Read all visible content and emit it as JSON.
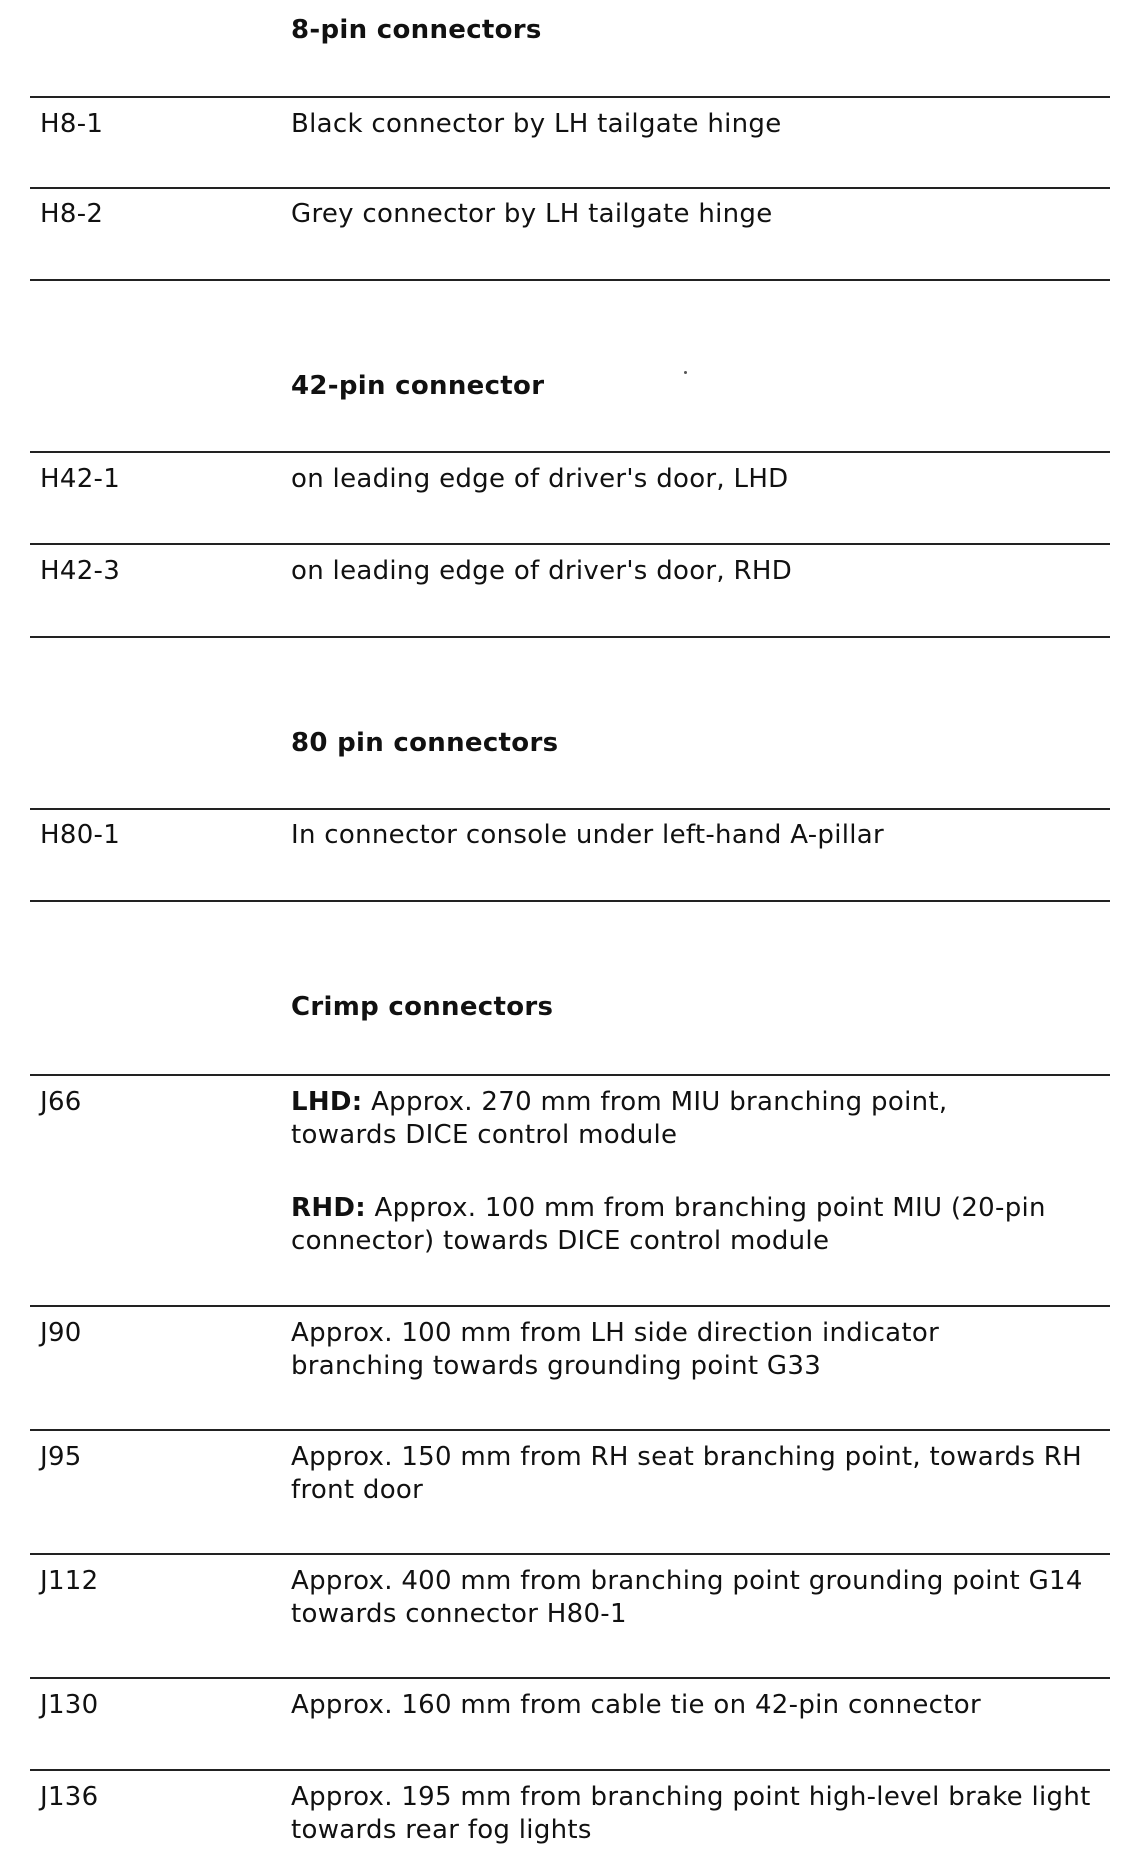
{
  "sections": [
    {
      "heading": "8-pin connectors",
      "rows": [
        {
          "code": "H8-1",
          "desc": "Black connector by LH tailgate hinge"
        },
        {
          "code": "H8-2",
          "desc": "Grey connector by LH tailgate hinge"
        }
      ]
    },
    {
      "heading": "42-pin connector",
      "rows": [
        {
          "code": "H42-1",
          "desc": "on leading edge of driver's door, LHD"
        },
        {
          "code": "H42-3",
          "desc": "on leading edge of driver's door, RHD"
        }
      ]
    },
    {
      "heading": "80 pin connectors",
      "rows": [
        {
          "code": "H80-1",
          "desc": "In connector console under left-hand A-pillar"
        }
      ]
    },
    {
      "heading": "Crimp connectors",
      "rows": [
        {
          "code": "J66",
          "lhd_label": "LHD:",
          "lhd_text": "Approx. 270 mm from MIU branching point, towards DICE control module",
          "rhd_label": "RHD:",
          "rhd_text": "Approx. 100 mm from branching point MIU (20-pin connector) towards DICE control module"
        },
        {
          "code": "J90",
          "desc": "Approx. 100 mm from LH side direction indicator branching towards grounding point G33"
        },
        {
          "code": "J95",
          "desc": "Approx. 150 mm from RH seat branching point, towards RH front door"
        },
        {
          "code": "J112",
          "desc": "Approx. 400 mm from branching point grounding point G14 towards connector H80-1"
        },
        {
          "code": "J130",
          "desc": "Approx. 160 mm from cable tie on 42-pin connector"
        },
        {
          "code": "J136",
          "desc": "Approx. 195 mm from branching point high-level brake light towards rear fog lights"
        }
      ]
    }
  ]
}
